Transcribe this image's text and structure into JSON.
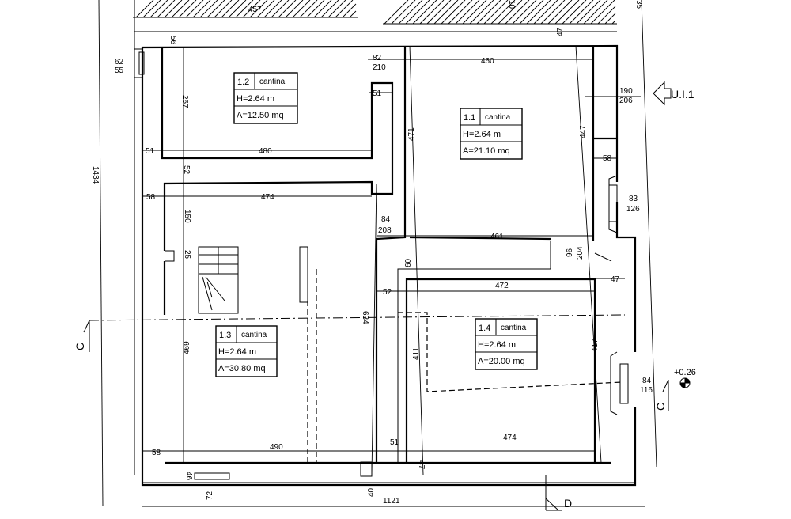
{
  "rooms": [
    {
      "id": "1.2",
      "name": "cantina",
      "height": "H=2.64  m",
      "area": "A=12.50  mq"
    },
    {
      "id": "1.1",
      "name": "cantina",
      "height": "H=2.64  m",
      "area": "A=21.10  mq"
    },
    {
      "id": "1.3",
      "name": "cantina",
      "height": "H=2.64  m",
      "area": "A=30.80  mq"
    },
    {
      "id": "1.4",
      "name": "cantina",
      "height": "H=2.64  m",
      "area": "A=20.00  mq"
    }
  ],
  "dimensions": {
    "top_457": "457",
    "top_56": "56",
    "top_47": "47",
    "top_35": "35",
    "top_10": "10",
    "d62": "62",
    "d55": "55",
    "d267": "267",
    "d51a": "51",
    "d480": "480",
    "d51b": "51",
    "d52a": "52",
    "d82": "82",
    "d210": "210",
    "d460": "460",
    "d190": "190",
    "d206": "206",
    "d471": "471",
    "d447": "447",
    "d58a": "58",
    "d474a": "474",
    "d150": "150",
    "d58b": "58",
    "d83": "83",
    "d126": "126",
    "d84a": "84",
    "d208": "208",
    "d461": "461",
    "d25": "25",
    "d60": "60",
    "d96": "96",
    "d204": "204",
    "d472": "472",
    "d47a": "47",
    "d52b": "52",
    "d634": "634",
    "d1434": "1434",
    "d469": "469",
    "d411": "411",
    "d417": "417",
    "d84b": "84",
    "d116": "116",
    "d058": "58",
    "d490": "490",
    "d51c": "51",
    "d474b": "474",
    "d47b": "47",
    "d46": "46",
    "d72": "72",
    "d40": "40",
    "d1121": "1121"
  },
  "labels": {
    "ui": "U.I.1",
    "elev": "+0.26",
    "section_c_left": "C",
    "section_c_right": "C",
    "section_d": "D"
  }
}
